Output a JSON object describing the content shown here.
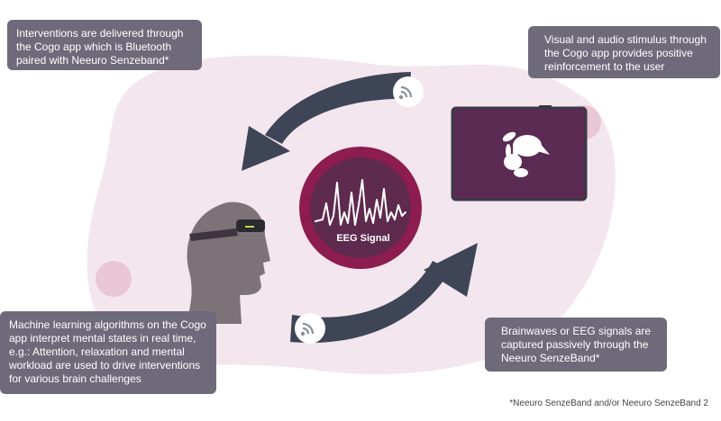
{
  "callouts": {
    "top_left": "Interventions are delivered through the Cogo app which is Bluetooth paired with Neeuro Senzeband*",
    "top_right": "Visual and audio stimulus through the Cogo app provides positive reinforcement to the user",
    "bottom_left": "Machine learning algorithms on the Cogo app interpret mental states in real time, e.g.: Attention, relaxation and mental workload are used to drive interventions for various brain challenges",
    "bottom_right": "Brainwaves or EEG signals are captured passively through the Neeuro SenzeBand*"
  },
  "center_label": "EEG Signal",
  "footnote": "*Neeuro SenzeBand and/or Neeuro SenzeBand 2",
  "icons": [
    "wireless-signal-icon",
    "wireless-signal-icon",
    "head-icon",
    "headband-icon",
    "tablet-icon",
    "bunny-bird-icon",
    "eeg-waveform-icon"
  ],
  "colors": {
    "blob": "#f4e6ee",
    "dot": "#e9c3d1",
    "arrow": "#3e4557",
    "ring": "#8c1d4e",
    "ring_inner": "#5e2a4e",
    "tablet": "#5b2b53",
    "head": "#7c7278",
    "callout": "#6f6a7a"
  }
}
